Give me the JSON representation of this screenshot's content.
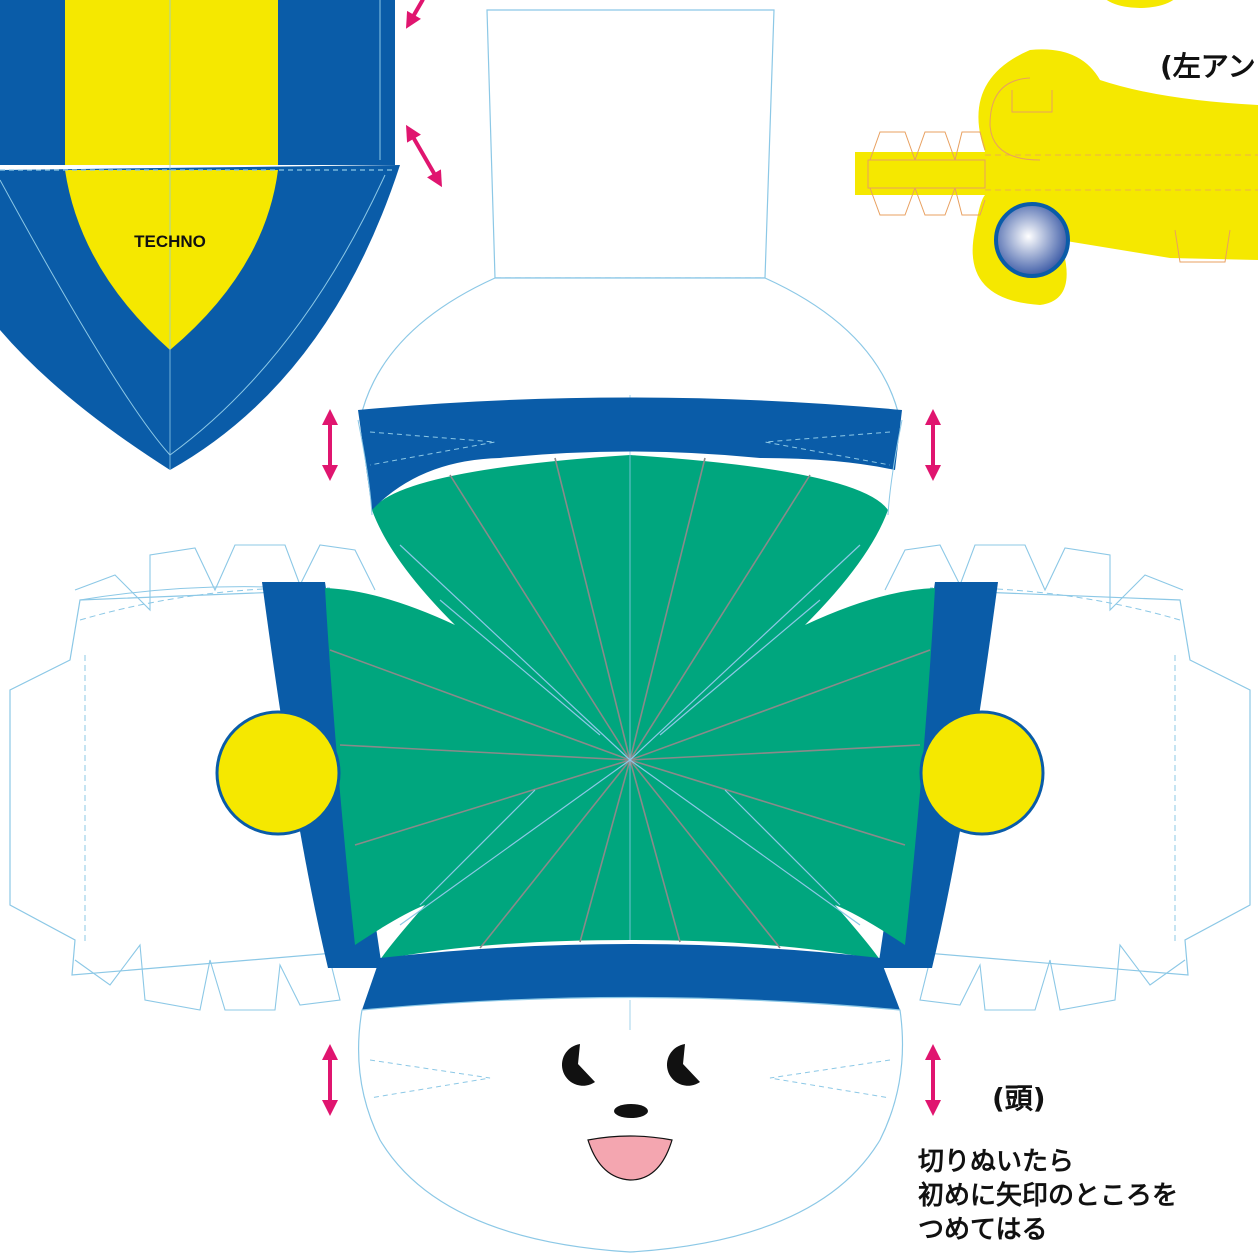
{
  "labels": {
    "techno": "TECHNO",
    "left_antenna": "(左アン",
    "head": "(頭)",
    "instructions": [
      "切りぬいたら",
      "初めに矢印のところを",
      "つめてはる"
    ]
  },
  "colors": {
    "blue": "#0a5ca8",
    "yellow": "#f5e800",
    "green": "#00a67e",
    "arrow": "#e0156f",
    "cut_line": "#8cc8e6",
    "mouth": "#f4a6b0",
    "ball_center": "#ffffff",
    "ball_edge": "#2e4fa0"
  },
  "icons": [
    "double-arrow-icon",
    "eye-icon",
    "nose-icon",
    "mouth-icon",
    "sphere-icon"
  ]
}
